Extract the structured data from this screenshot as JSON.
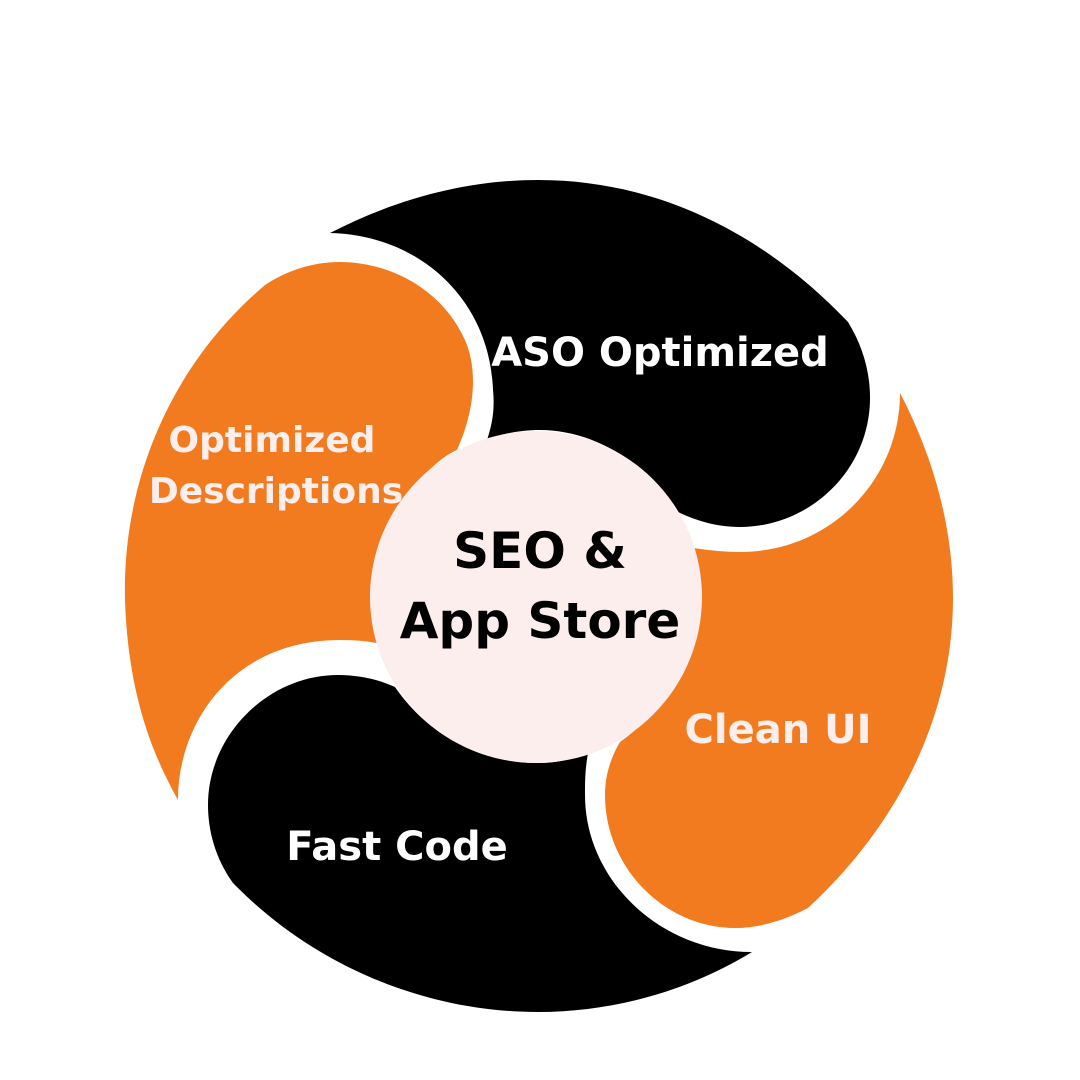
{
  "diagram": {
    "colors": {
      "orange": "#F27B20",
      "black": "#000000",
      "center_fill": "#FDEEEE",
      "segment_text": "#FFFFFF",
      "desc_text": "#FDEEEE",
      "center_text": "#000000"
    },
    "center": {
      "line1": "SEO &",
      "line2": "App Store"
    },
    "segments": {
      "aso": {
        "label": "ASO Optimized"
      },
      "descriptions": {
        "line1": "Optimized",
        "line2": "Descriptions"
      },
      "clean_ui": {
        "label": "Clean UI"
      },
      "fast_code": {
        "label": "Fast Code"
      }
    }
  }
}
